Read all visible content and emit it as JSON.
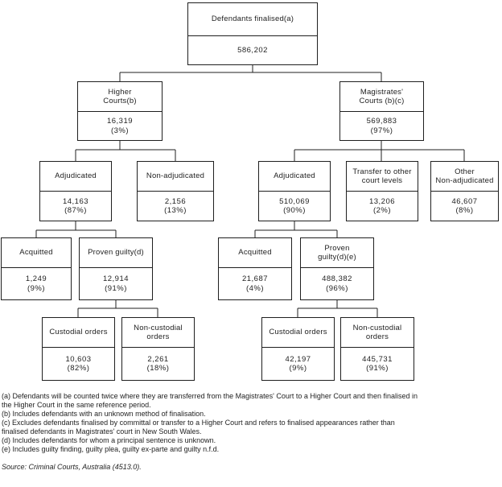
{
  "colors": {
    "ink": "#1f1f1f",
    "background": "#ffffff"
  },
  "tree": {
    "nodes": {
      "root": {
        "label": "Defendants finalised(a)",
        "value": "586,202",
        "pct": ""
      },
      "higher_courts": {
        "label": "Higher\nCourts(b)",
        "value": "16,319",
        "pct": "(3%)"
      },
      "magistrates_courts": {
        "label": "Magistrates'\nCourts (b)(c)",
        "value": "569,883",
        "pct": "(97%)"
      },
      "higher_adjudicated": {
        "label": "Adjudicated",
        "value": "14,163",
        "pct": "(87%)"
      },
      "higher_non_adjudicated": {
        "label": "Non-adjudicated",
        "value": "2,156",
        "pct": "(13%)"
      },
      "mag_adjudicated": {
        "label": "Adjudicated",
        "value": "510,069",
        "pct": "(90%)"
      },
      "mag_transfer": {
        "label": "Transfer to other\ncourt levels",
        "value": "13,206",
        "pct": "(2%)"
      },
      "mag_other_non_adjudicated": {
        "label": "Other\nNon-adjudicated",
        "value": "46,607",
        "pct": "(8%)"
      },
      "higher_acquitted": {
        "label": "Acquitted",
        "value": "1,249",
        "pct": "(9%)"
      },
      "higher_proven_guilty": {
        "label": "Proven guilty(d)",
        "value": "12,914",
        "pct": "(91%)"
      },
      "mag_acquitted": {
        "label": "Acquitted",
        "value": "21,687",
        "pct": "(4%)"
      },
      "mag_proven_guilty": {
        "label": "Proven\nguilty(d)(e)",
        "value": "488,382",
        "pct": "(96%)"
      },
      "higher_custodial": {
        "label": "Custodial orders",
        "value": "10,603",
        "pct": "(82%)"
      },
      "higher_non_custodial": {
        "label": "Non-custodial\norders",
        "value": "2,261",
        "pct": "(18%)"
      },
      "mag_custodial": {
        "label": "Custodial orders",
        "value": "42,197",
        "pct": "(9%)"
      },
      "mag_non_custodial": {
        "label": "Non-custodial\norders",
        "value": "445,731",
        "pct": "(91%)"
      }
    }
  },
  "footnotes": [
    "(a) Defendants will be counted twice where they are transferred from the Magistrates' Court to a Higher Court and then finalised in the Higher Court in the same reference period.",
    "(b) Includes defendants with an unknown method of finalisation.",
    "(c) Excludes defendants finalised by committal or transfer to a Higher Court and refers to finalised appearances rather than finalised defendants in Magistrates' court in New South Wales.",
    "(d) Includes defendants for whom a principal sentence is unknown.",
    "(e) Includes guilty finding, guilty plea, guilty ex-parte and guilty n.f.d."
  ],
  "source": "Source: Criminal Courts, Australia (4513.0)."
}
